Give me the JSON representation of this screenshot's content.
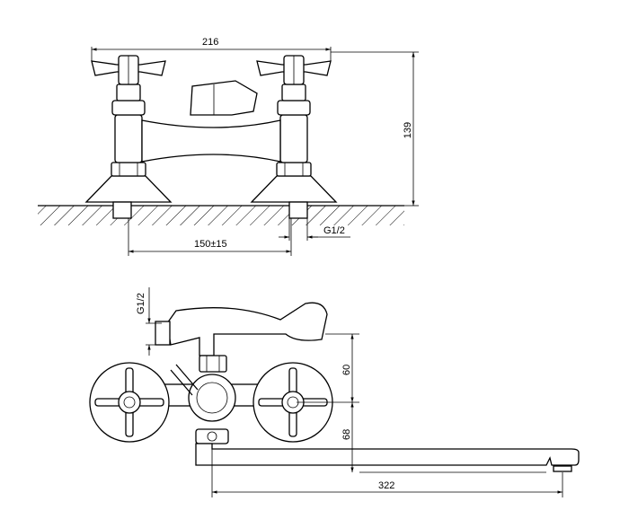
{
  "dimensions": {
    "width_total": "216",
    "height_total": "139",
    "center_distance": "150±15",
    "thread_top": "G1/2",
    "thread_bottom": "G1/2",
    "spout_height": "60",
    "body_height": "68",
    "spout_length": "322"
  }
}
